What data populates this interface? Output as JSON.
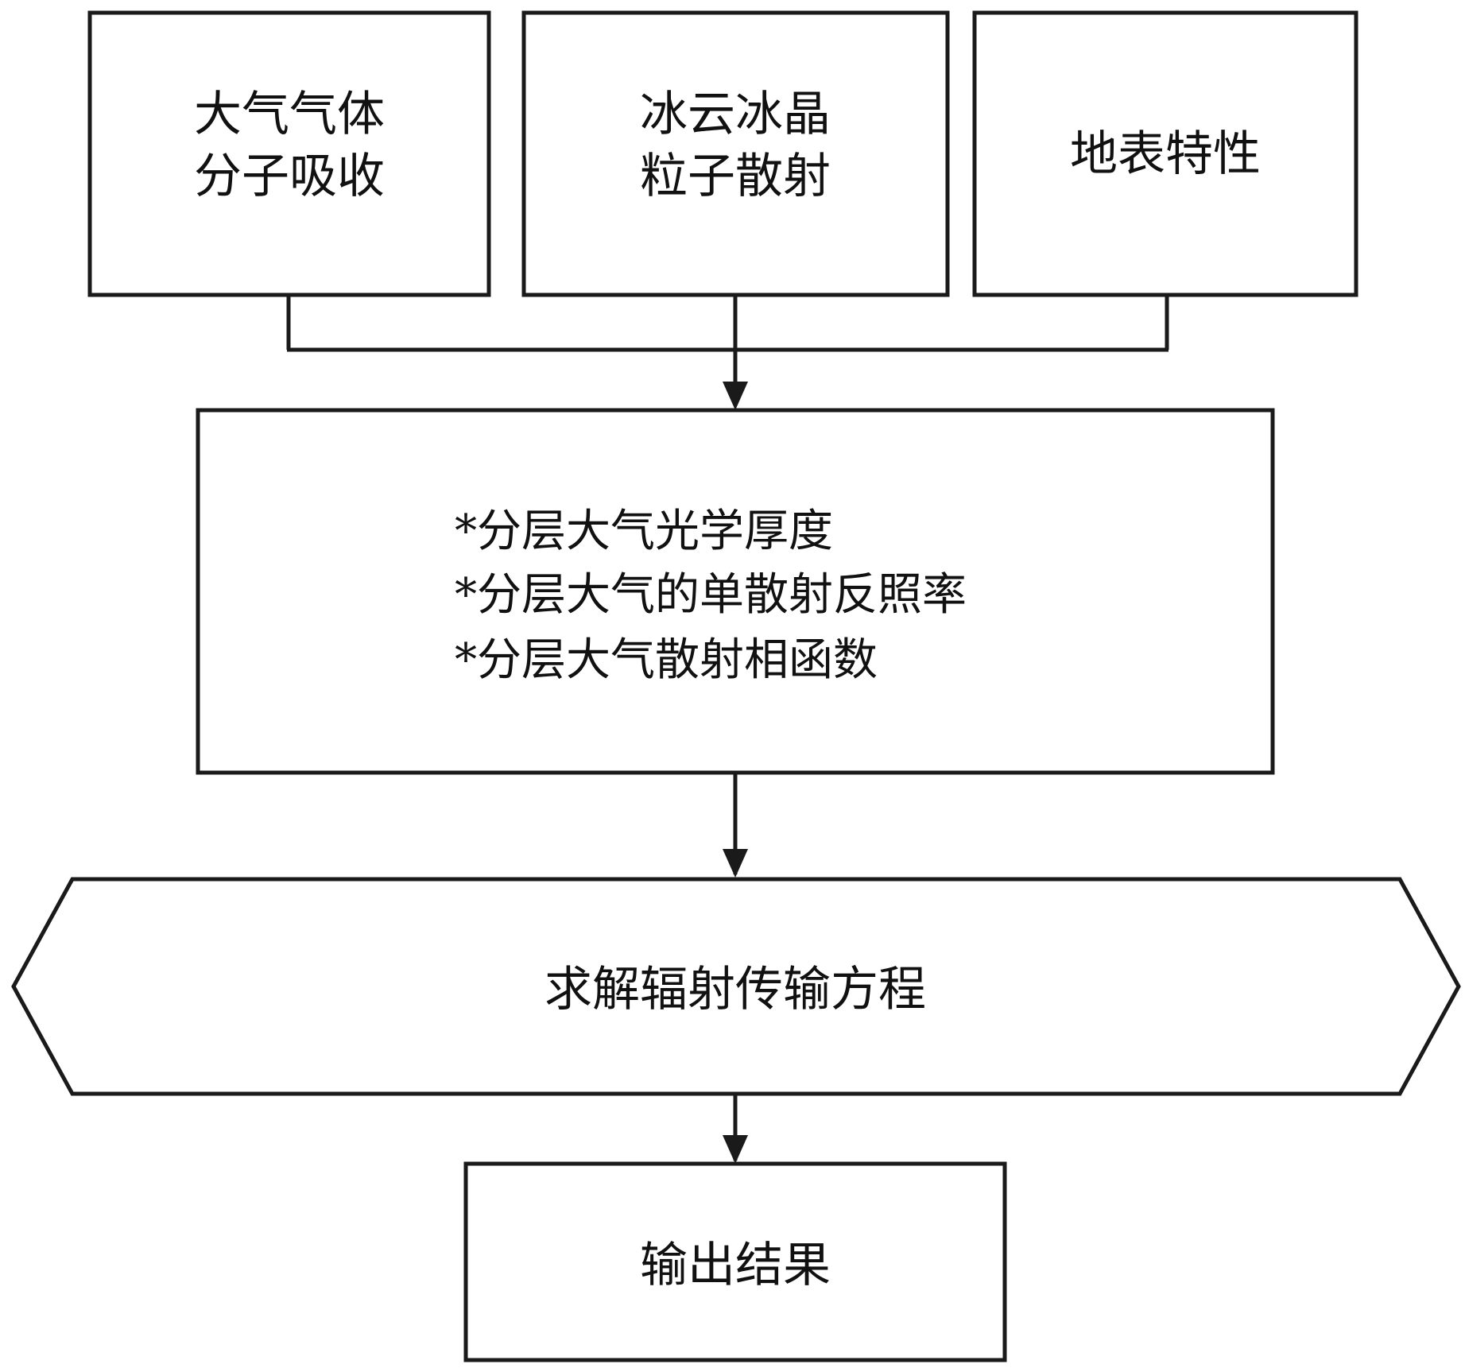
{
  "colors": {
    "stroke": "#1a1a1a",
    "text": "#111111",
    "background": "#ffffff"
  },
  "inputs": [
    {
      "line1": "大气气体",
      "line2": "分子吸收"
    },
    {
      "line1": "冰云冰晶",
      "line2": "粒子散射"
    },
    {
      "line1": "地表特性"
    }
  ],
  "properties": [
    "*分层大气光学厚度",
    "*分层大气的单散射反照率",
    "*分层大气散射相函数"
  ],
  "solver": "求解辐射传输方程",
  "output": "输出结果"
}
